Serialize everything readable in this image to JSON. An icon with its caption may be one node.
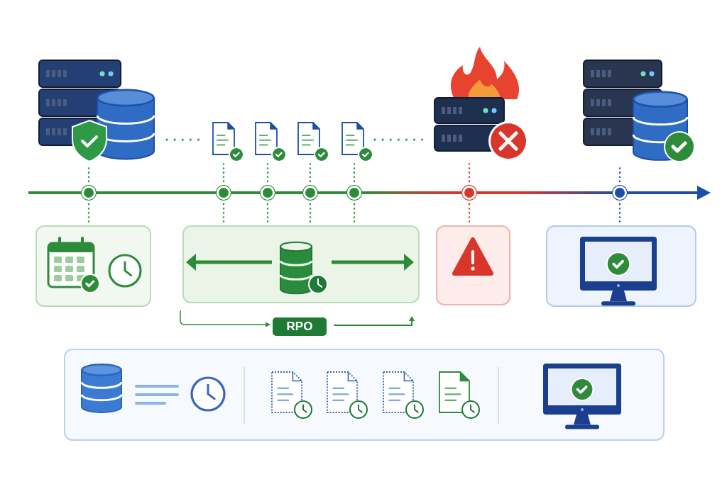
{
  "diagram": {
    "nodes": [
      {
        "text": [],
        "shape": "circle"
      },
      {
        "text": [],
        "shape": "circle"
      },
      {
        "text": [],
        "shape": "circle"
      },
      {
        "text": [],
        "shape": "circle"
      },
      {
        "text": [],
        "shape": "circle"
      },
      {
        "text": [],
        "shape": "circle"
      },
      {
        "text": [],
        "shape": "circle"
      },
      {
        "text": [],
        "shape": "box"
      },
      {
        "text": [],
        "shape": "box"
      },
      {
        "text": [],
        "shape": "box"
      },
      {
        "text": [],
        "shape": "box"
      },
      {
        "text": [],
        "shape": "box"
      },
      {
        "text": [
          "RPO"
        ]
      },
      {
        "text": [],
        "shape": "server"
      },
      {
        "text": [],
        "shape": "document"
      },
      {
        "text": [],
        "shape": "document"
      },
      {
        "text": [],
        "shape": "document"
      },
      {
        "text": [],
        "shape": "document"
      },
      {
        "text": [],
        "shape": "server"
      },
      {
        "text": [],
        "shape": "server"
      }
    ],
    "edges": [
      {
        "from": 0,
        "to": 7,
        "arrow": "none",
        "style": "dashed"
      },
      {
        "from": 1,
        "to": 8,
        "arrow": "none",
        "style": "dashed"
      },
      {
        "from": 2,
        "to": 8,
        "arrow": "none",
        "style": "dashed"
      },
      {
        "from": 3,
        "to": 8,
        "arrow": "none",
        "style": "dashed"
      },
      {
        "from": 4,
        "to": 8,
        "arrow": "none",
        "style": "dashed"
      },
      {
        "from": 5,
        "to": 9,
        "arrow": "none",
        "style": "dashed",
        "color": "#d9362b"
      },
      {
        "from": 6,
        "to": 10,
        "arrow": "none",
        "style": "dashed",
        "color": "#1e4fa8"
      },
      {
        "from": 0,
        "to": 13,
        "arrow": "none",
        "style": "dashed"
      },
      {
        "from": 1,
        "to": 14,
        "arrow": "none",
        "style": "dashed"
      },
      {
        "from": 2,
        "to": 15,
        "arrow": "none",
        "style": "dashed"
      },
      {
        "from": 3,
        "to": 16,
        "arrow": "none",
        "style": "dashed"
      },
      {
        "from": 4,
        "to": 17,
        "arrow": "none",
        "style": "dashed"
      },
      {
        "from": 5,
        "to": 18,
        "arrow": "none",
        "style": "dashed",
        "color": "#d9362b"
      },
      {
        "from": 6,
        "to": 19,
        "arrow": "none",
        "style": "dashed",
        "color": "#1e4fa8"
      }
    ]
  }
}
